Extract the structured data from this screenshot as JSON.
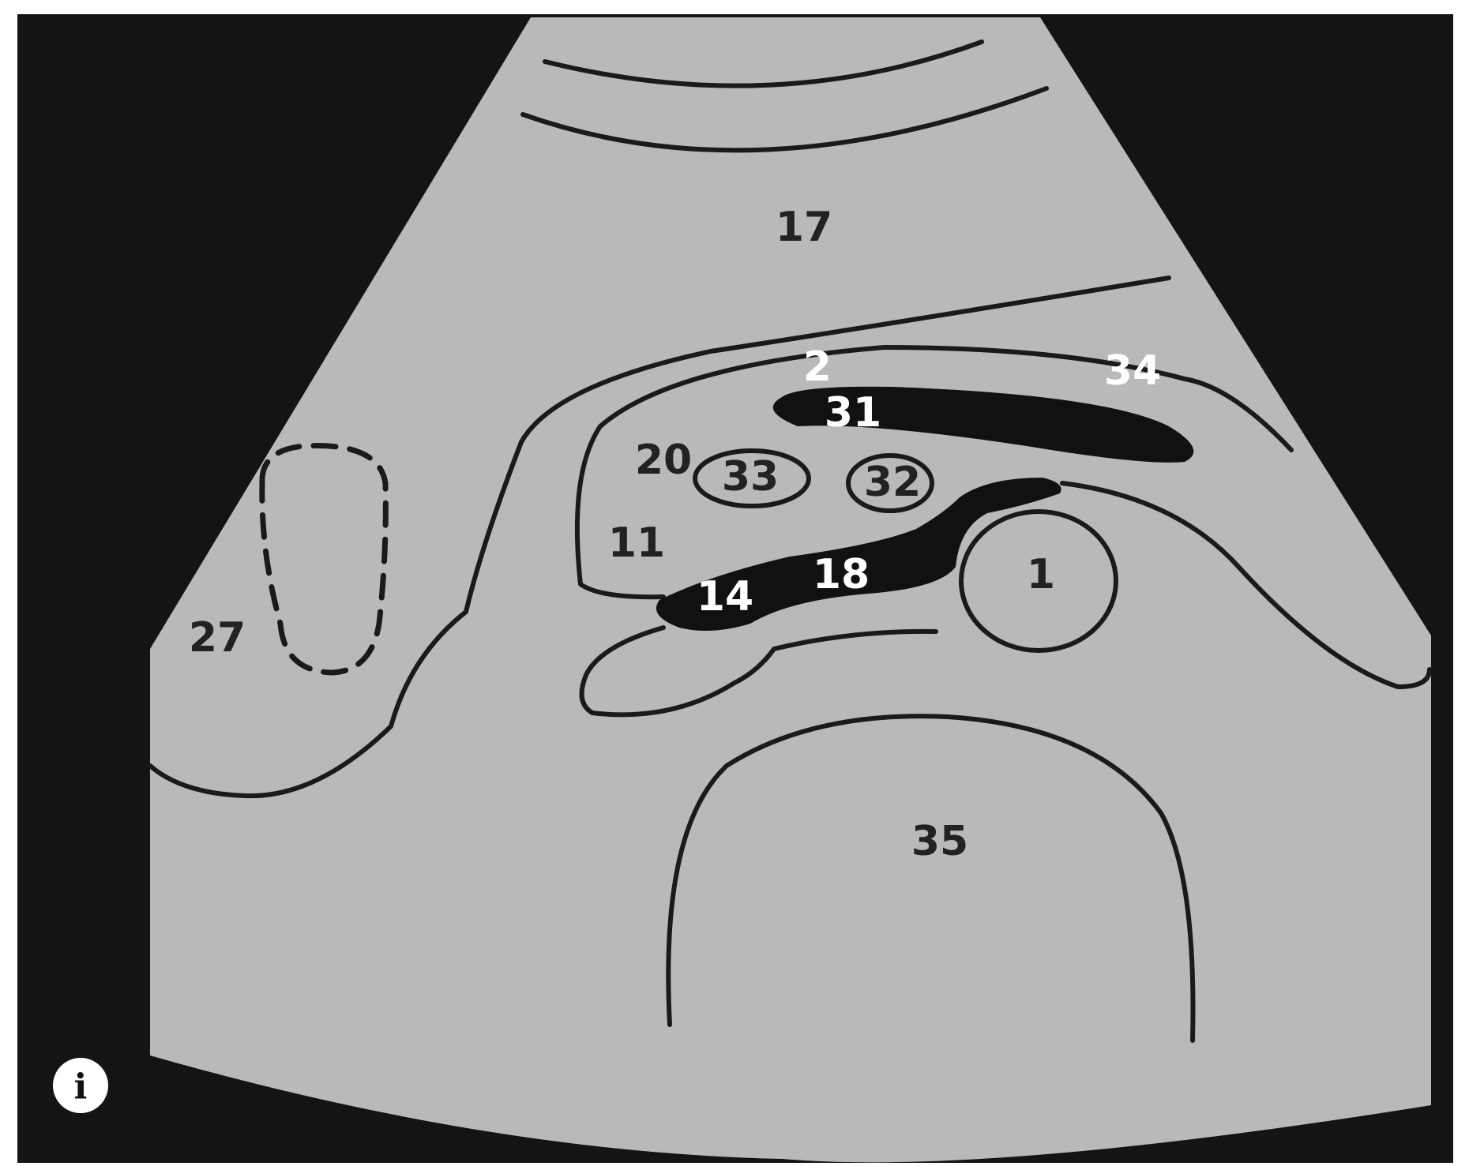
{
  "colors": {
    "background": "#141414",
    "fan": "#b9b9b9",
    "structure_fill": "#111111",
    "outline": "#1a1a1a",
    "label_dark": "#222222",
    "label_light": "#ffffff",
    "badge": "#ffffff"
  },
  "panel_badge": "i",
  "labels": {
    "l17": "17",
    "l2": "2",
    "l34": "34",
    "l31": "31",
    "l20": "20",
    "l33": "33",
    "l32": "32",
    "l11": "11",
    "l18": "18",
    "l14": "14",
    "l1": "1",
    "l27": "27",
    "l35": "35"
  }
}
